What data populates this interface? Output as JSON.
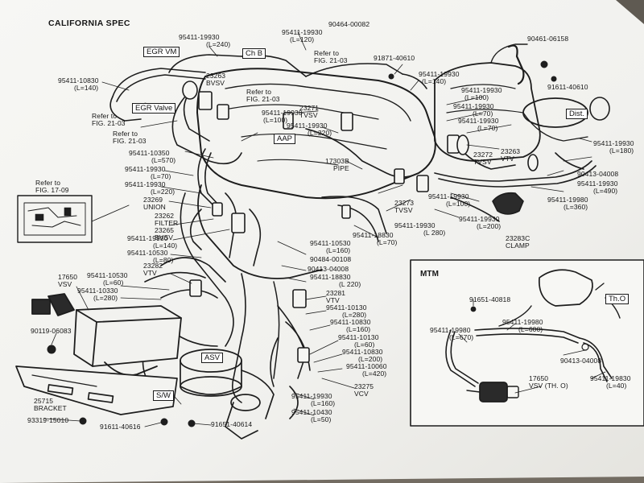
{
  "title": "CALIFORNIA SPEC",
  "inset_title": "MTM",
  "boxes": {
    "egr_vm": "EGR VM",
    "ch_b": "Ch B",
    "egr_valve": "EGR Valve",
    "aap": "AAP",
    "dist": "Dist.",
    "asv": "ASV",
    "sw": "S/W",
    "th_o": "Th.O"
  },
  "labels": {
    "p_90464": "90464-00082",
    "p_19930_120": "95411-19930",
    "p_19930_120_len": "(L=120)",
    "p_19930_240": "95411-19930",
    "p_19930_240_len": "(L=240)",
    "p_91871": "91871-40610",
    "p_90461": "90461-06158",
    "p_91611_top": "91611-40610",
    "ref_fig2103_top": "Refer to",
    "ref_fig2103_top_b": "FIG. 21-03",
    "p_10830_140": "95411-10830",
    "p_10830_140_len": "(L=140)",
    "p_23263_bvsv": "23263",
    "p_23263_bvsv_b": "BVSV",
    "ref_fig2103_mid": "Refer to",
    "ref_fig2103_mid_b": "FIG. 21-03",
    "p_19930_140r": "95411-19930",
    "p_19930_140r_len": "(L=140)",
    "p_19930_100a": "95411-19930",
    "p_19930_100a_len": "(L=100)",
    "p_19930_70a": "95411-19930",
    "p_19930_70a_len": "(L=70)",
    "p_19930_70b": "95411-19930",
    "p_19930_70b_len": "(L=70)",
    "ref_left_1": "Refer to",
    "ref_left_1b": "FIG. 21-03",
    "ref_left_2": "Refer to",
    "ref_left_2b": "FIG. 21-03",
    "p_23271": "23271",
    "p_23271_b": "TVSV",
    "p_19930_100b": "95411-19930",
    "p_19930_100b_len": "(L=100)",
    "p_19930_220": "95411-19930",
    "p_19930_220_len": "(L=220)",
    "p_10350_570": "95411-10350",
    "p_10350_570_len": "(L=570)",
    "p_19930_180": "95411-19930",
    "p_19930_180_len": "(L=180)",
    "p_23272": "23272",
    "p_23272_b": "TVSV",
    "p_23263_vtv": "23263",
    "p_23263_vtv_b": "VTV",
    "p_19930_70c": "95411-19930",
    "p_19930_70c_len": "(L=70)",
    "p_17303b": "17303B",
    "p_17303b_b": "PIPE",
    "p_19930_220b": "95411-19930",
    "p_19930_220b_len": "(L=220)",
    "p_90413_right": "90413-04008",
    "p_19930_490": "95411-19930",
    "p_19930_490_len": "(L=490)",
    "ref_fig1709": "Refer to",
    "ref_fig1709_b": "FIG. 17-09",
    "p_23269": "23269",
    "p_23269_b": "UNION",
    "p_23262": "23262",
    "p_23262_b": "FILTER",
    "p_23265": "23265",
    "p_23265_b": "BVSV",
    "p_23273": "23273",
    "p_23273_b": "TVSV",
    "p_19930_100c": "95411-19930",
    "p_19930_100c_len": "(L=100)",
    "p_19980_360": "95411-19980",
    "p_19980_360_len": "(L=360)",
    "p_19930_280": "95411-19930",
    "p_19930_280_len": "(L 280)",
    "p_19930_200": "95411-19930",
    "p_19930_200_len": "(L=200)",
    "p_19930_140b": "95411-19930",
    "p_19930_140b_len": "(L=140)",
    "p_10530_80": "95411-10530",
    "p_10530_80_len": "(L=80)",
    "p_10530_160": "95411-10530",
    "p_10530_160_len": "(L=160)",
    "p_18830_70": "95411-18830",
    "p_18830_70_len": "(L=70)",
    "p_2328c": "23283C",
    "p_2328c_b": "CLAMP",
    "p_90484": "90484-00108",
    "p_90413_mid": "90413-04008",
    "p_23282": "23282",
    "p_23282_b": "VTV",
    "p_17650_left": "17650",
    "p_17650_left_b": "VSV",
    "p_10530_60": "95411-10530",
    "p_10530_60_len": "(L=60)",
    "p_10330_280": "95411-10330",
    "p_10330_280_len": "(L=280)",
    "p_18830_220": "95411-18830",
    "p_18830_220_len": "(L 220)",
    "p_23281": "23281",
    "p_23281_b": "VTV",
    "p_10130_280": "95411-10130",
    "p_10130_280_len": "(L=280)",
    "p_10830_160": "95411-10830",
    "p_10830_160_len": "(L=160)",
    "p_10130_60": "95411-10130",
    "p_10130_60_len": "(L=60)",
    "p_10830_200": "95411-10830",
    "p_10830_200_len": "(L=200)",
    "p_10060_420": "95411-10060",
    "p_10060_420_len": "(L=420)",
    "p_23275": "23275",
    "p_23275_b": "VCV",
    "p_19930_160": "95411-19930",
    "p_19930_160_len": "(L=160)",
    "p_10430_50": "95411-10430",
    "p_10430_50_len": "(L=50)",
    "p_90119": "90119-06083",
    "p_25715": "25715",
    "p_25715_b": "BRACKET",
    "p_93319": "93319-15010",
    "p_91611_bottom": "91611-40616",
    "p_91651": "91651-40614",
    "mtm_91651": "91651-40818",
    "mtm_19980_670": "95411-19980",
    "mtm_19980_670_len": "(L=670)",
    "mtm_19980_600": "95411-19980",
    "mtm_19980_600_len": "(L=600)",
    "mtm_90413": "90413-04008",
    "mtm_17650": "17650",
    "mtm_17650_b": "VSV (TH. O)",
    "mtm_19830_40": "95411-19830",
    "mtm_19830_40_len": "(L=40)"
  }
}
